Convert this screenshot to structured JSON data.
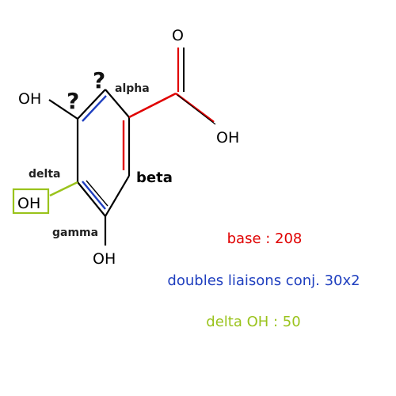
{
  "labels": {
    "o_top": "O",
    "oh_acid": "OH",
    "oh_left": "OH",
    "oh_boxed": "OH",
    "oh_bottom": "OH",
    "alpha": "alpha",
    "beta": "beta",
    "gamma": "gamma",
    "delta": "delta",
    "question_1": "?",
    "question_2": "?"
  },
  "calculation": {
    "base": "base : 208",
    "conj": "doubles liaisons conj. 30x2",
    "delta": "delta OH : 50"
  },
  "colors": {
    "black": "#000000",
    "red": "#e00000",
    "blue": "#1f3fbf",
    "green": "#9ac31c"
  }
}
